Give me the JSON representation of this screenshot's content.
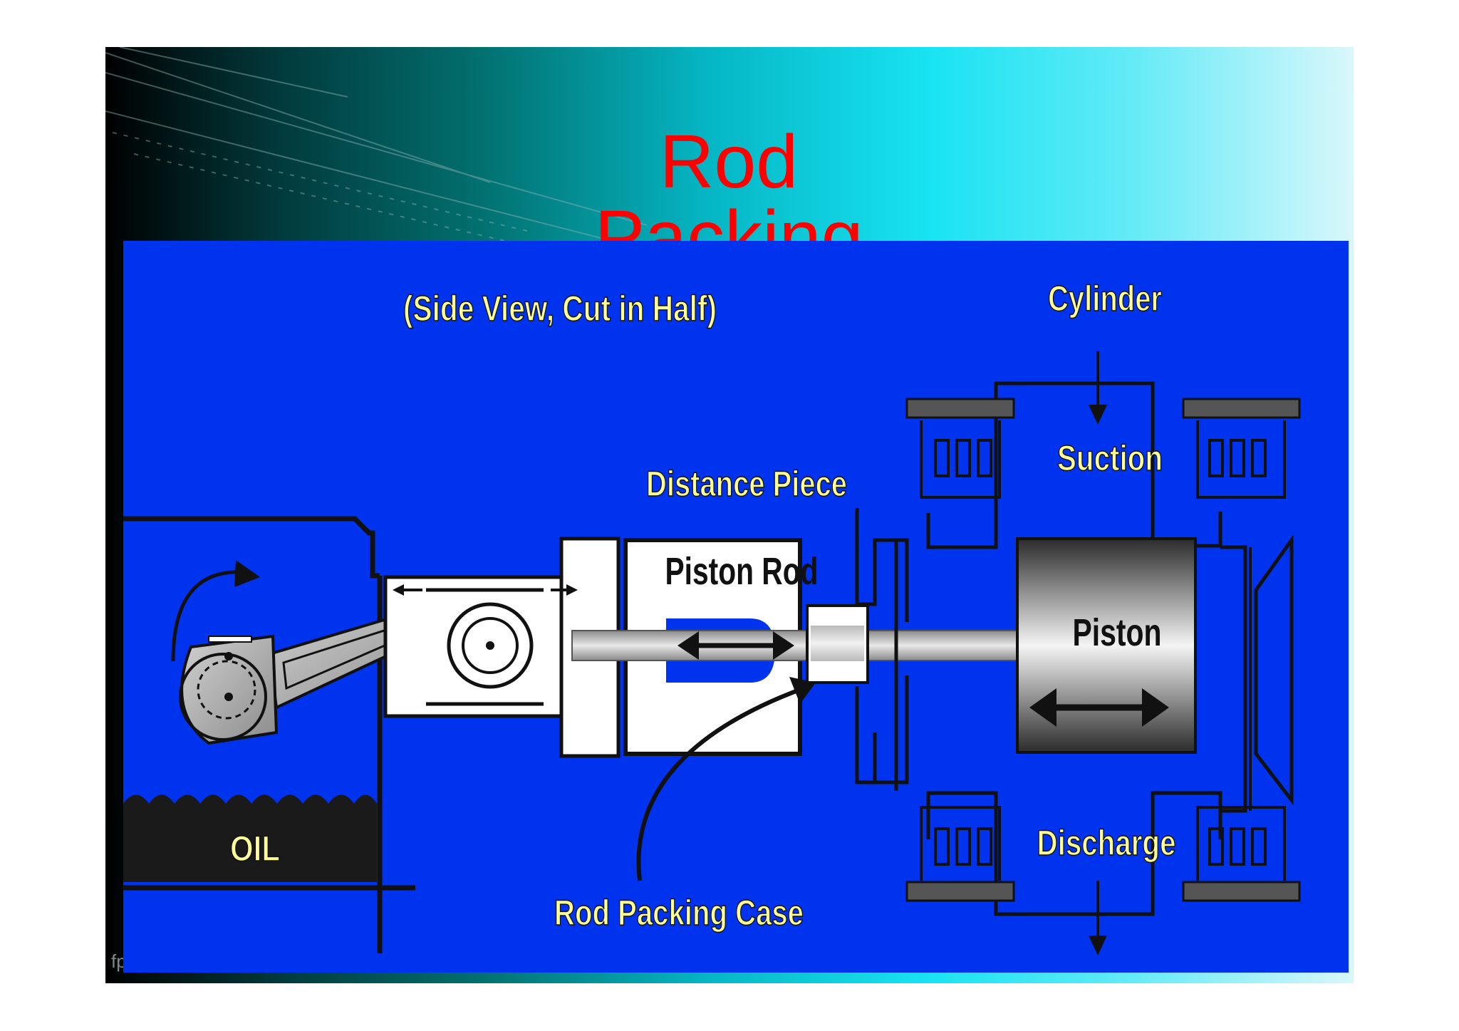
{
  "slide": {
    "title": "Rod Packing",
    "footer": "fppt.com"
  },
  "diagram": {
    "caption": "(Side View, Cut in Half)",
    "labels": {
      "cylinder": "Cylinder",
      "suction": "Suction",
      "distance_piece": "Distance Piece",
      "piston_rod": "Piston Rod",
      "piston": "Piston",
      "discharge": "Discharge",
      "oil": "OIL",
      "rod_packing_case": "Rod Packing Case"
    }
  },
  "colors": {
    "title": "#ff0000",
    "panel_background": "#0033ee",
    "label_text": "#ffff99",
    "outline": "#111111"
  },
  "icons": [
    "rotation-arrow-icon",
    "double-arrow-icon",
    "pointer-arrow-icon",
    "down-arrow-icon"
  ]
}
